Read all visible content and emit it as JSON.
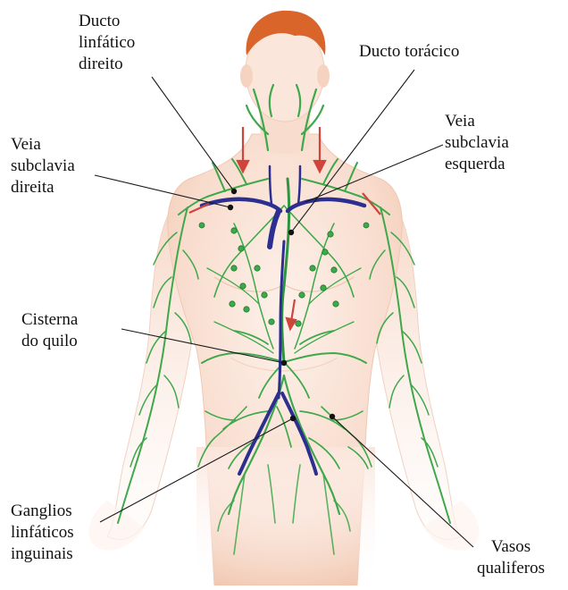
{
  "colors": {
    "skin_light": "#fbe9e0",
    "skin_shade": "#f3cdb9",
    "hair": "#d9652b",
    "lymph": "#3ea84a",
    "lymph_dark": "#1f7a31",
    "vein": "#2c2f8f",
    "arrow": "#d0453b",
    "leader": "#1a1a1a"
  },
  "labels": {
    "ducto_linfatico_direito": [
      "Ducto",
      "linfático",
      "direito"
    ],
    "ducto_toracico": [
      "Ducto torácico"
    ],
    "veia_subclavia_direita": [
      "Veia",
      "subclavia",
      "direita"
    ],
    "veia_subclavia_esquerda": [
      "Veia",
      "subclavia",
      "esquerda"
    ],
    "cisterna_do_quilo": [
      "Cisterna",
      "do quilo"
    ],
    "ganglios_linfaticos_inguinais": [
      "Ganglios",
      "linfáticos",
      "inguinais"
    ],
    "vasos_qualiferos": [
      "Vasos",
      "qualiferos"
    ]
  }
}
